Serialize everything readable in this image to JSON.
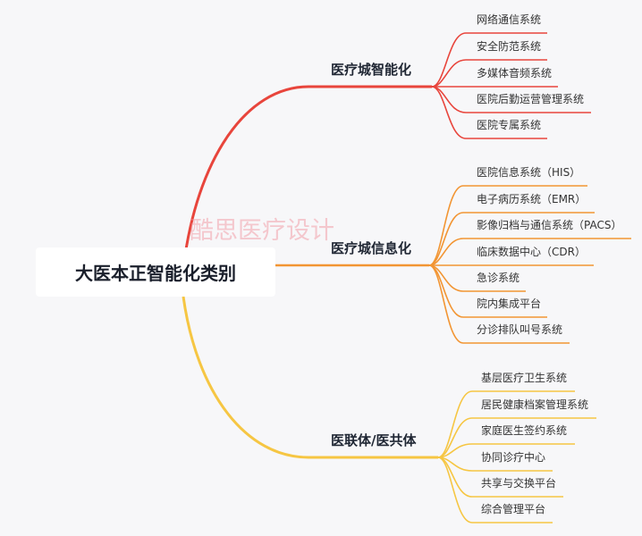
{
  "root": {
    "label": "大医本正智能化类别"
  },
  "watermark": "酷思医疗设计",
  "colors": {
    "branch1": "#e8453c",
    "branch2": "#f29533",
    "branch3": "#f6c643",
    "background": "#f7f7f9"
  },
  "branches": [
    {
      "label": "医疗城智能化",
      "children": [
        "网络通信系统",
        "安全防范系统",
        "多媒体音频系统",
        "医院后勤运营管理系统",
        "医院专属系统"
      ]
    },
    {
      "label": "医疗城信息化",
      "children": [
        "医院信息系统（HIS）",
        "电子病历系统（EMR）",
        "影像归档与通信系统（PACS）",
        "临床数据中心（CDR）",
        "急诊系统",
        "院内集成平台",
        "分诊排队叫号系统"
      ]
    },
    {
      "label": "医联体/医共体",
      "children": [
        "基层医疗卫生系统",
        "居民健康档案管理系统",
        "家庭医生签约系统",
        "协同诊疗中心",
        "共享与交换平台",
        "综合管理平台"
      ]
    }
  ]
}
